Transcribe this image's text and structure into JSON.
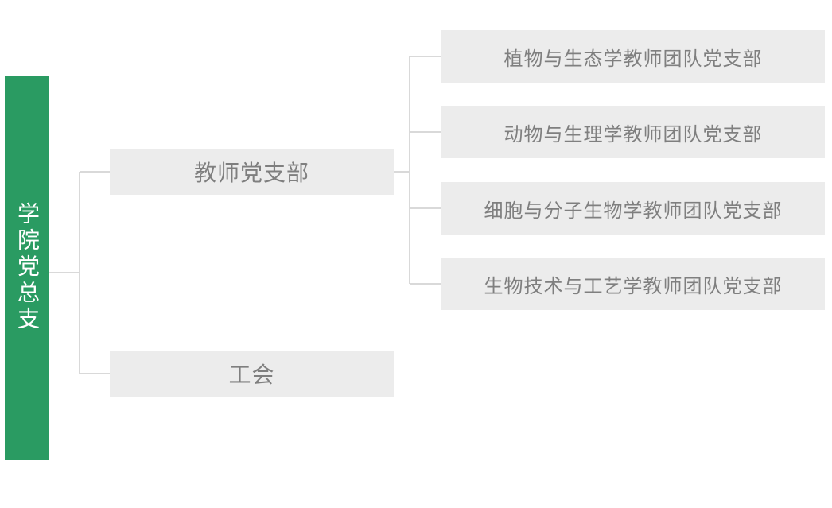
{
  "colors": {
    "root_bg": "#2a9b62",
    "root_text": "#ffffff",
    "node_bg": "#ececec",
    "node_text": "#7f7f7f",
    "connector": "#d9d9d9",
    "page_bg": "#ffffff"
  },
  "chart": {
    "type": "org-chart",
    "root": {
      "label": "学院党总支"
    },
    "branches": [
      {
        "label": "教师党支部",
        "children": [
          "植物与生态学教师团队党支部",
          "动物与生理学教师团队党支部",
          "细胞与分子生物学教师团队党支部",
          "生物技术与工艺学教师团队党支部"
        ]
      },
      {
        "label": "工会",
        "children": []
      }
    ]
  }
}
